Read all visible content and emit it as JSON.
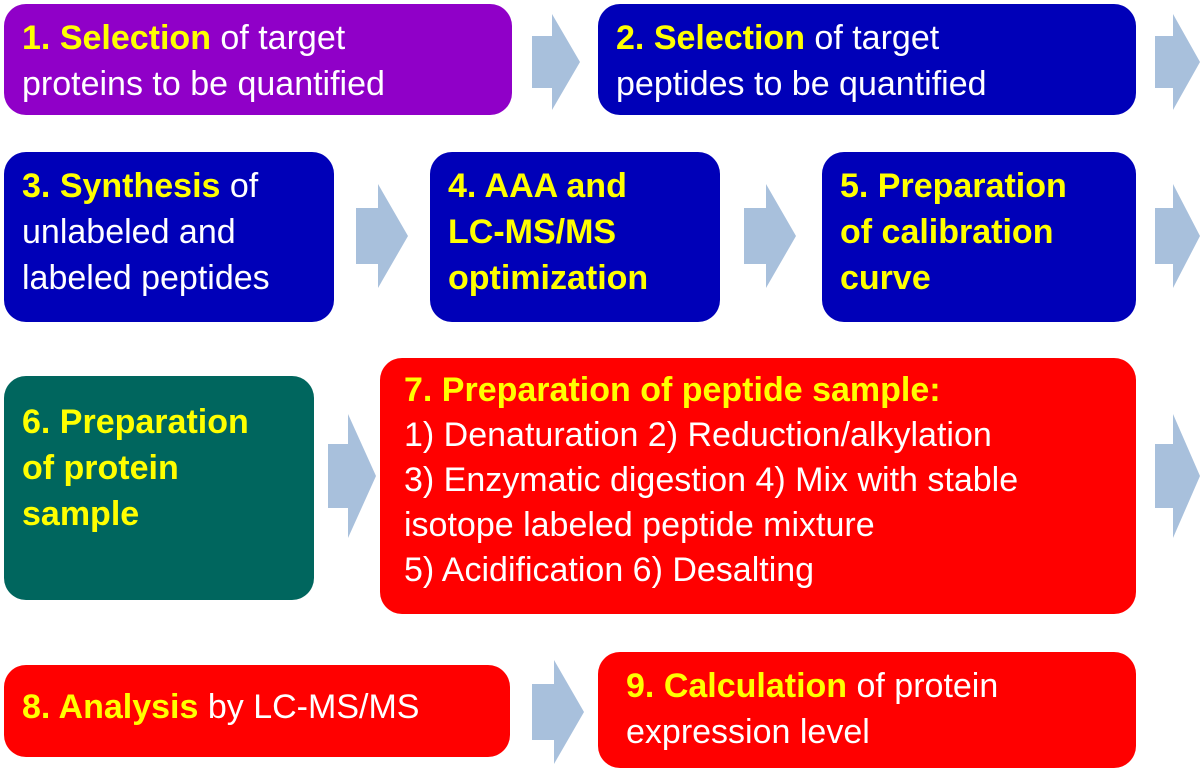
{
  "colors": {
    "purple": "#9000c8",
    "blue": "#0000b8",
    "teal": "#00665e",
    "red": "#ff0000",
    "highlight": "#ffff00",
    "arrow": "#a8c0dc"
  },
  "steps": {
    "s1": {
      "num": "1. ",
      "key": "Selection",
      "rest": " of target",
      "line2": "proteins to be quantified"
    },
    "s2": {
      "num": "2. ",
      "key": "Selection",
      "rest": " of target",
      "line2": "peptides to be quantified"
    },
    "s3": {
      "num": "3. ",
      "key": "Synthesis",
      "rest": " of",
      "line2": "unlabeled and",
      "line3": "labeled peptides"
    },
    "s4": {
      "line1": "4. AAA and",
      "line2": "LC-MS/MS",
      "line3": "optimization"
    },
    "s5": {
      "line1": "5. Preparation",
      "line2": "of calibration",
      "line3": "curve"
    },
    "s6": {
      "line1": "6. Preparation",
      "line2": "of protein",
      "line3": "sample"
    },
    "s7": {
      "title": "7. Preparation of peptide sample:",
      "line2": "1) Denaturation 2) Reduction/alkylation",
      "line3": "3) Enzymatic digestion 4) Mix with stable",
      "line4": "isotope labeled peptide mixture",
      "line5": "5) Acidification 6) Desalting"
    },
    "s8": {
      "num": "8. ",
      "key": "Analysis",
      "rest": " by LC-MS/MS"
    },
    "s9": {
      "num": "9. ",
      "key": "Calculation",
      "rest": " of protein",
      "line2": "expression level"
    }
  }
}
